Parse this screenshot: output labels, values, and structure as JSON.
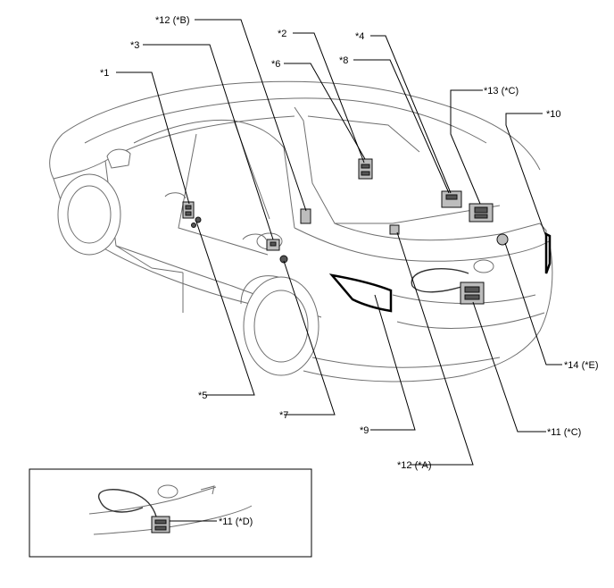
{
  "callouts": {
    "c1": "*1",
    "c2": "*2",
    "c3": "*3",
    "c4": "*4",
    "c5": "*5",
    "c6": "*6",
    "c7": "*7",
    "c8": "*8",
    "c9": "*9",
    "c10": "*10",
    "c11c": "*11 (*C)",
    "c11d": "*11 (*D)",
    "c12a": "*12 (*A)",
    "c12b": "*12 (*B)",
    "c13c": "*13 (*C)",
    "c14e": "*14 (*E)"
  }
}
